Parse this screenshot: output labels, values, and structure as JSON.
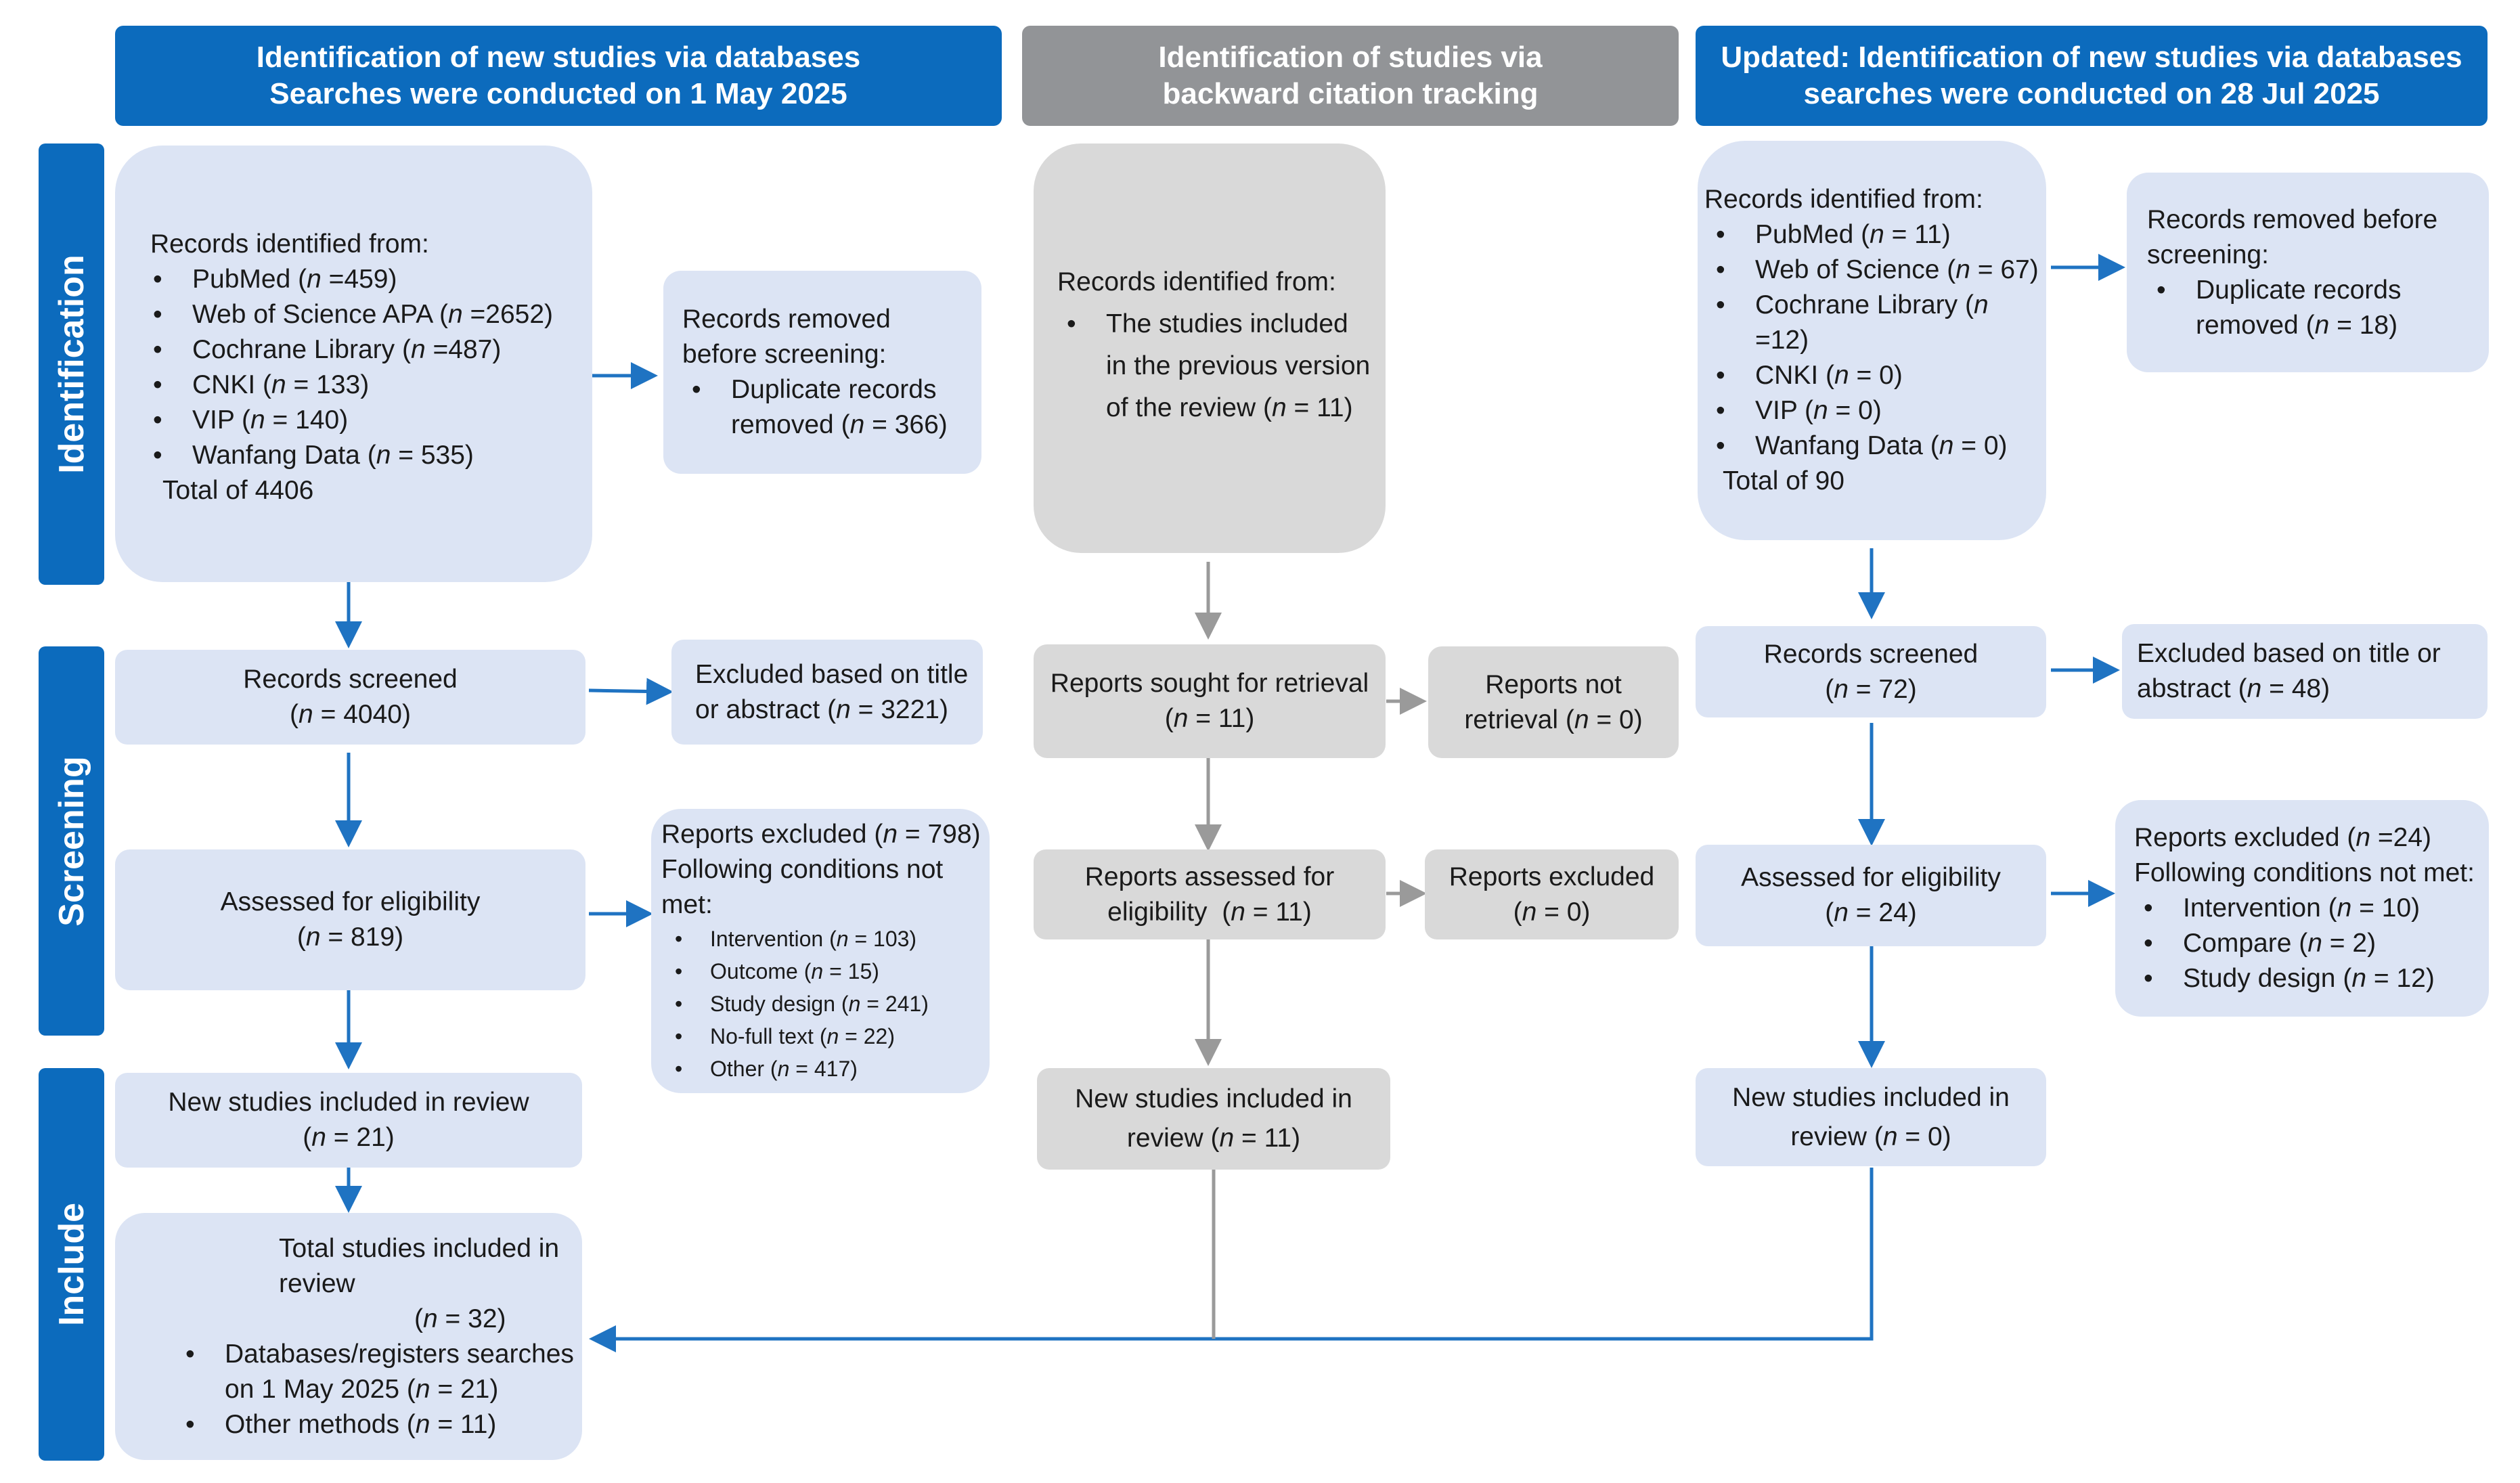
{
  "headers": {
    "col1": [
      "Identification of new studies via databases",
      "Searches were conducted on 1 May 2025"
    ],
    "col2": [
      "Identification of studies via",
      "backward citation tracking"
    ],
    "col3": [
      "Updated: Identification of new studies via databases",
      "searches were conducted on 28 Jul 2025"
    ]
  },
  "stages": [
    "Identification",
    "Screening",
    "Include"
  ],
  "col1": {
    "records_title": "Records identified from:",
    "records_items": [
      [
        "PubMed (",
        "n",
        " =459)"
      ],
      [
        "Web of Science APA (",
        "n",
        " =2652)"
      ],
      [
        "Cochrane Library (",
        "n",
        " =487)"
      ],
      [
        "CNKI (",
        "n",
        " = 133)"
      ],
      [
        "VIP (",
        "n",
        " = 140)"
      ],
      [
        "Wanfang Data (",
        "n",
        " = 535)"
      ]
    ],
    "records_total": "Total of 4406",
    "removed_title": [
      "Records removed",
      "before screening:"
    ],
    "removed_item": [
      "Duplicate records",
      "removed (",
      "n",
      " = 366)"
    ],
    "screened": [
      "Records screened",
      "(",
      "n",
      " = 4040)"
    ],
    "excluded_ta": [
      "Excluded based on title",
      "or abstract (",
      "n",
      " = 3221)"
    ],
    "eligibility": [
      "Assessed for eligibility",
      "(",
      "n",
      " = 819)"
    ],
    "reports_excluded_title": [
      "Reports excluded (",
      "n",
      " = 798)"
    ],
    "reports_excluded_sub": "Following conditions not met:",
    "reports_excluded_items": [
      [
        "Intervention (",
        "n",
        " = 103)"
      ],
      [
        "Outcome (",
        "n",
        " = 15)"
      ],
      [
        "Study design (",
        "n",
        " = 241)"
      ],
      [
        "No-full text (",
        "n",
        " = 22)"
      ],
      [
        "Other (",
        "n",
        " = 417)"
      ]
    ],
    "new_included": [
      "New studies included in review",
      "(",
      "n",
      " = 21)"
    ],
    "total_title": [
      "Total studies included in review",
      "(",
      "n",
      " = 32)"
    ],
    "total_items": [
      [
        "Databases/registers   searches",
        "on 1 May 2025 (",
        "n",
        " = 21)"
      ],
      [
        "Other methods (",
        "n",
        " = 11)"
      ]
    ]
  },
  "col2": {
    "records_title": "Records identified from:",
    "records_item": [
      "The studies included",
      "in the previous version",
      "of the review (",
      "n",
      " = 11)"
    ],
    "sought": [
      "Reports sought for retrieval",
      "(",
      "n",
      " = 11)"
    ],
    "not_retrieval": [
      "Reports not",
      "retrieval (",
      "n",
      " = 0)"
    ],
    "assessed": [
      "Reports assessed for",
      "eligibility  (",
      "n",
      " = 11)"
    ],
    "excluded": [
      "Reports excluded",
      "(",
      "n",
      " = 0)"
    ],
    "new_included": [
      "New studies included in",
      "review (",
      "n",
      " = 11)"
    ]
  },
  "col3": {
    "records_title": "Records identified from:",
    "records_items": [
      [
        "PubMed (",
        "n",
        " = 11)"
      ],
      [
        "Web of Science (",
        "n",
        " = 67)"
      ],
      [
        "Cochrane Library (",
        "n",
        " =12)"
      ],
      [
        "CNKI (",
        "n",
        " = 0)"
      ],
      [
        "VIP (",
        "n",
        " = 0)"
      ],
      [
        "Wanfang Data (",
        "n",
        " = 0)"
      ]
    ],
    "records_total": "Total of 90",
    "removed_title": [
      "Records removed before",
      "screening:"
    ],
    "removed_item": [
      "Duplicate records",
      "removed (",
      "n",
      " = 18)"
    ],
    "screened": [
      "Records screened",
      "(",
      "n",
      " = 72)"
    ],
    "excluded_ta": [
      "Excluded based on title or",
      "abstract (",
      "n",
      " = 48)"
    ],
    "eligibility": [
      "Assessed for eligibility",
      "(",
      "n",
      " = 24)"
    ],
    "reports_excluded_title": [
      "Reports excluded (",
      "n",
      " =24)"
    ],
    "reports_excluded_sub": "Following conditions not met:",
    "reports_excluded_items": [
      [
        "Intervention (",
        "n",
        " = 10)"
      ],
      [
        "Compare (",
        "n",
        " = 2)"
      ],
      [
        "Study design (",
        "n",
        " = 12)"
      ]
    ],
    "new_included": [
      "New studies included in",
      "review (",
      "n",
      " = 0)"
    ]
  },
  "colors": {
    "blue": "#0c6bbd",
    "gray_header": "#929497",
    "box_blue": "#dce4f4",
    "box_gray": "#d9d9d9",
    "arrow_blue": "#1f73c2",
    "arrow_gray": "#9a9a9a"
  }
}
